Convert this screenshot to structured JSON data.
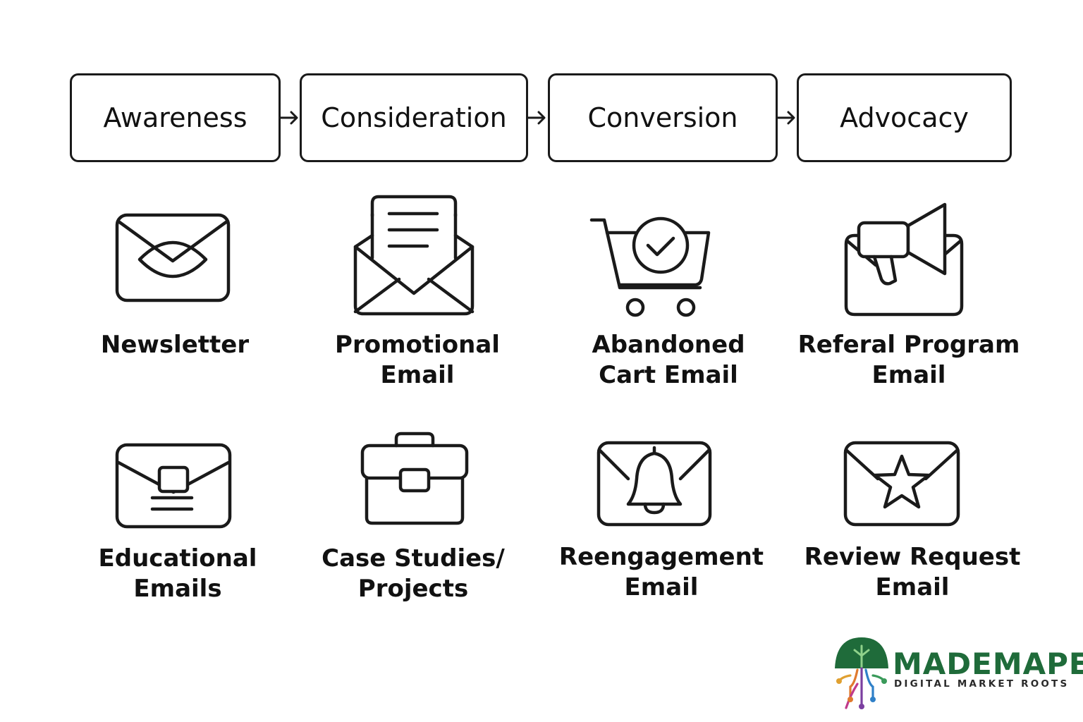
{
  "stages": [
    {
      "label": "Awareness"
    },
    {
      "label": "Consideration"
    },
    {
      "label": "Conversion"
    },
    {
      "label": "Advocacy"
    }
  ],
  "emails_row1": [
    {
      "icon": "envelope-eye-icon",
      "line1": "Newsletter",
      "line2": ""
    },
    {
      "icon": "open-envelope-letter-icon",
      "line1": "Promotional",
      "line2": "Email"
    },
    {
      "icon": "shopping-cart-check-icon",
      "line1": "Abandoned",
      "line2": "Cart Email"
    },
    {
      "icon": "envelope-megaphone-icon",
      "line1": "Referal Program",
      "line2": "Email"
    }
  ],
  "emails_row2": [
    {
      "icon": "envelope-document-icon",
      "line1": "Educational",
      "line2": "Emails"
    },
    {
      "icon": "briefcase-icon",
      "line1": "Case Studies/",
      "line2": "Projects"
    },
    {
      "icon": "envelope-bell-icon",
      "line1": "Reengagement",
      "line2": "Email"
    },
    {
      "icon": "envelope-star-icon",
      "line1": "Review Request",
      "line2": "Email"
    }
  ],
  "brand": {
    "name": "MADEMAPE",
    "tagline": "DIGITAL MARKET ROOTS"
  },
  "colors": {
    "stroke": "#1a1a1a",
    "brand_green": "#1f6b3a"
  }
}
